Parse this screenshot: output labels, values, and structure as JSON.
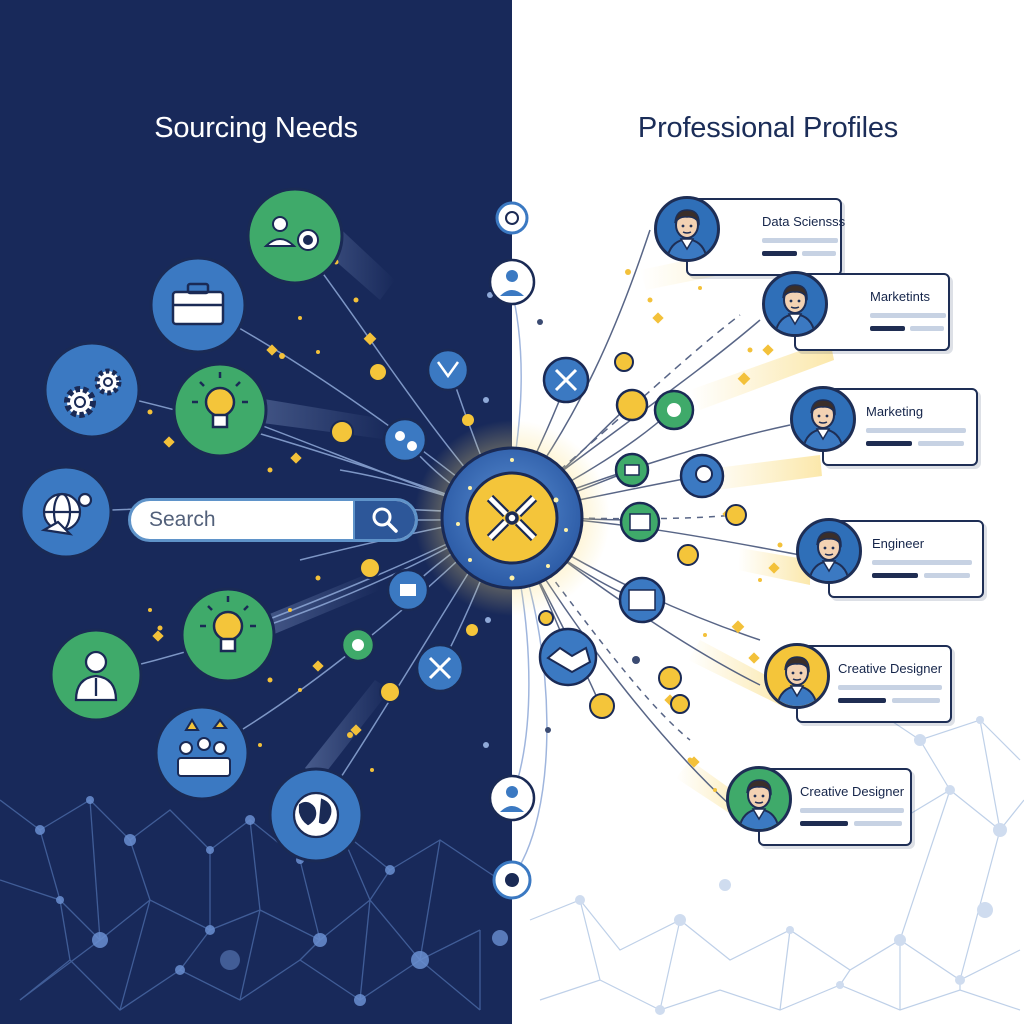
{
  "headings": {
    "left": "Sourcing Needs",
    "right": "Professional Profiles"
  },
  "search": {
    "placeholder": "Search"
  },
  "profiles": [
    {
      "title": "Data Sciensss",
      "avatar_color": "#2f6fb8"
    },
    {
      "title": "Marketints",
      "avatar_color": "#2f6fb8"
    },
    {
      "title": "Marketing",
      "avatar_color": "#2f6fb8"
    },
    {
      "title": "Engineer",
      "avatar_color": "#2f6fb8"
    },
    {
      "title": "Creative Designer",
      "avatar_color": "#f4c53a"
    },
    {
      "title": "Creative Designer",
      "avatar_color": "#3faa6a"
    }
  ],
  "need_icons": [
    "team-gear-icon",
    "briefcase-icon",
    "gears-icon",
    "lightbulb-icon",
    "global-network-icon",
    "lightbulb-icon",
    "professional-icon",
    "team-icon",
    "globe-icon"
  ],
  "colors": {
    "left_background": "#18295a",
    "right_background": "#ffffff",
    "hub_yellow": "#f4c53a",
    "hub_blue": "#3569b3",
    "node_green": "#3faa6a",
    "node_blue": "#3b79c2",
    "accent_gold": "#f3c13a"
  }
}
